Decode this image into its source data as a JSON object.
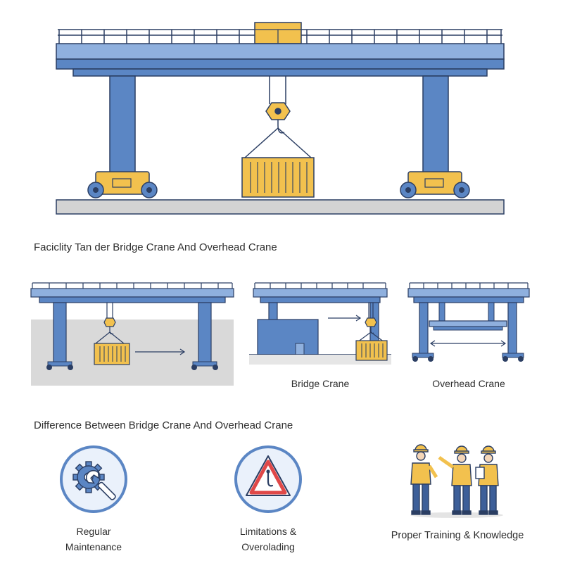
{
  "headings": {
    "section_one": "Faciclity Tan der Bridge Crane And Overhead Crane",
    "section_two": "Difference Between Bridge Crane And Overhead Crane"
  },
  "panels": {
    "bridge_crane_label": "Bridge Crane",
    "overhead_crane_label": "Overhead Crane"
  },
  "features": [
    {
      "line1": "Regular",
      "line2": "Maintenance",
      "icon": "gear-wrench-icon"
    },
    {
      "line1": "Limitations &",
      "line2": "Overolading",
      "icon": "warning-hook-icon"
    },
    {
      "line1": "Proper Training & Knowledge",
      "icon": "workers-icon"
    }
  ],
  "colors": {
    "steel_blue": "#5b86c4",
    "steel_blue_light": "#8fb0de",
    "outline": "#2b3e63",
    "yellow": "#f2c14e",
    "yellow_dark": "#d9a12c",
    "ground": "#cfcfcf",
    "warning_red": "#e04848"
  }
}
